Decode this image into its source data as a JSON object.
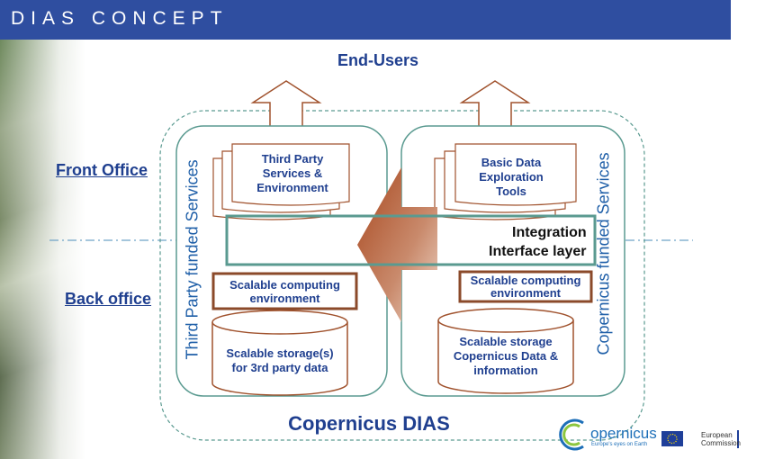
{
  "header": {
    "title": "DIAS CONCEPT"
  },
  "diagram": {
    "end_users": "End-Users",
    "front_office": "Front Office",
    "back_office": "Back office",
    "left_column": {
      "vertical_label": "Third Party funded Services",
      "services_box": [
        "Third Party",
        "Services &",
        "Environment"
      ],
      "computing_box": [
        "Scalable computing",
        "environment"
      ],
      "storage_box": [
        "Scalable storage(s)",
        "for 3rd party data"
      ]
    },
    "right_column": {
      "vertical_label": "Copernicus funded Services",
      "tools_box": [
        "Basic Data",
        "Exploration",
        "Tools"
      ],
      "computing_box": [
        "Scalable computing",
        "environment"
      ],
      "storage_box": [
        "Scalable storage",
        "Copernicus Data &",
        "information"
      ]
    },
    "integration": "Integration",
    "interface_layer": "Interface layer",
    "footer_title": "Copernicus DIAS"
  },
  "logos": {
    "copernicus": "opernicus",
    "copernicus_tagline": "Europe's eyes on Earth",
    "ec_line1": "European",
    "ec_line2": "Commission"
  }
}
